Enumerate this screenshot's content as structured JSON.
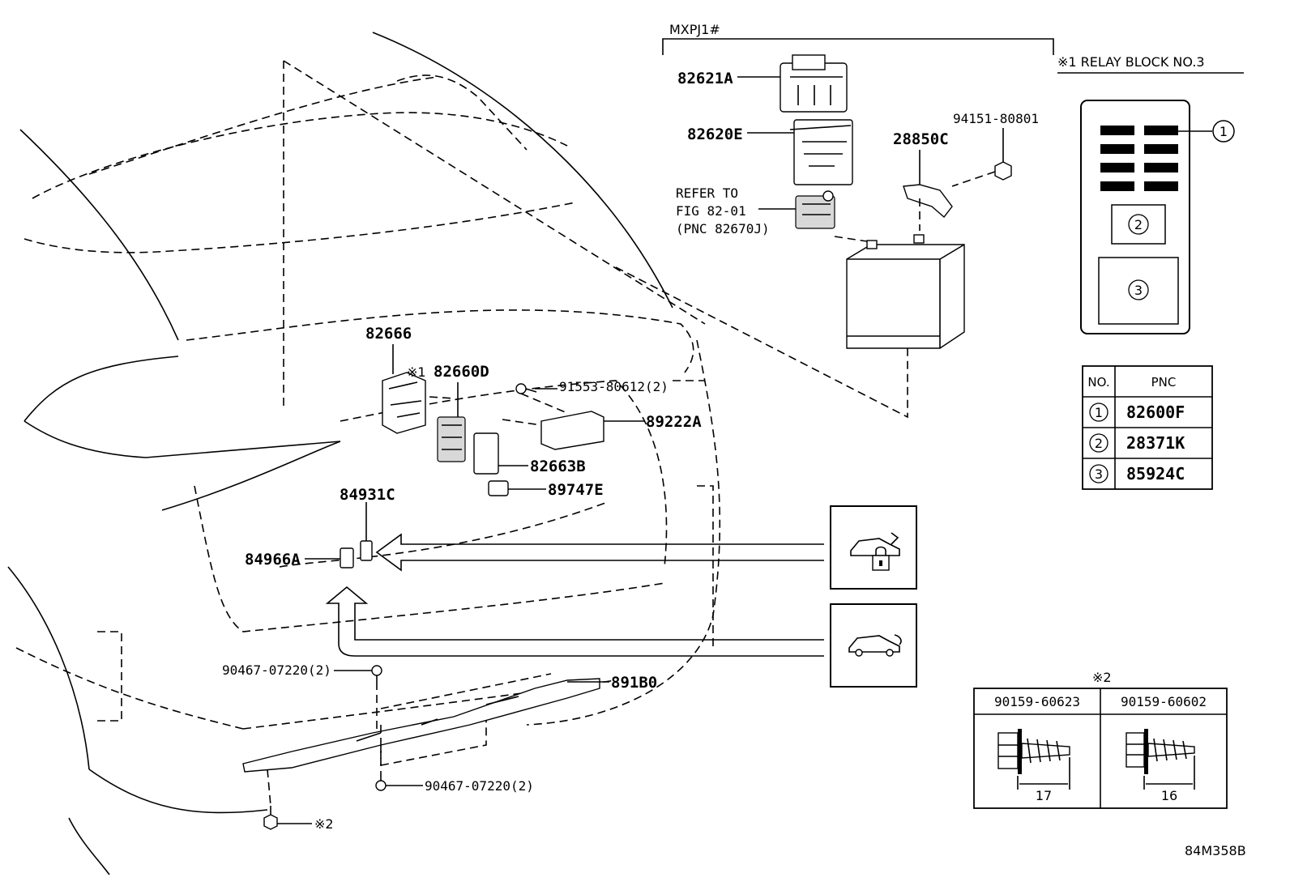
{
  "model_code": "MXPJ1#",
  "relay_block": {
    "title": "※1  RELAY BLOCK NO.3",
    "callouts": [
      "1",
      "2",
      "3"
    ]
  },
  "pnc_table": {
    "headers": [
      "NO.",
      "PNC"
    ],
    "rows": [
      {
        "no": "1",
        "pnc": "82600F"
      },
      {
        "no": "2",
        "pnc": "28371K"
      },
      {
        "no": "3",
        "pnc": "85924C"
      }
    ]
  },
  "parts": {
    "p82621A": "82621A",
    "p82620E": "82620E",
    "refer_line1": "REFER TO",
    "refer_line2": "FIG 82-01",
    "refer_line3": "(PNC 82670J)",
    "p28850C": "28850C",
    "p94151": "94151-80801",
    "p82666": "82666",
    "mark1": "※1",
    "p82660D": "82660D",
    "p91553": "91553-80612(2)",
    "p89222A": "89222A",
    "p82663B": "82663B",
    "p89747E": "89747E",
    "p84931C": "84931C",
    "p84966A": "84966A",
    "p90467a": "90467-07220(2)",
    "p891B0": "891B0",
    "p90467b": "90467-07220(2)",
    "mark2": "※2"
  },
  "screw_table": {
    "mark": "※2",
    "headers": [
      "90159-60623",
      "90159-60602"
    ],
    "dims": [
      "17",
      "16"
    ]
  },
  "figure_code": "84M358B"
}
